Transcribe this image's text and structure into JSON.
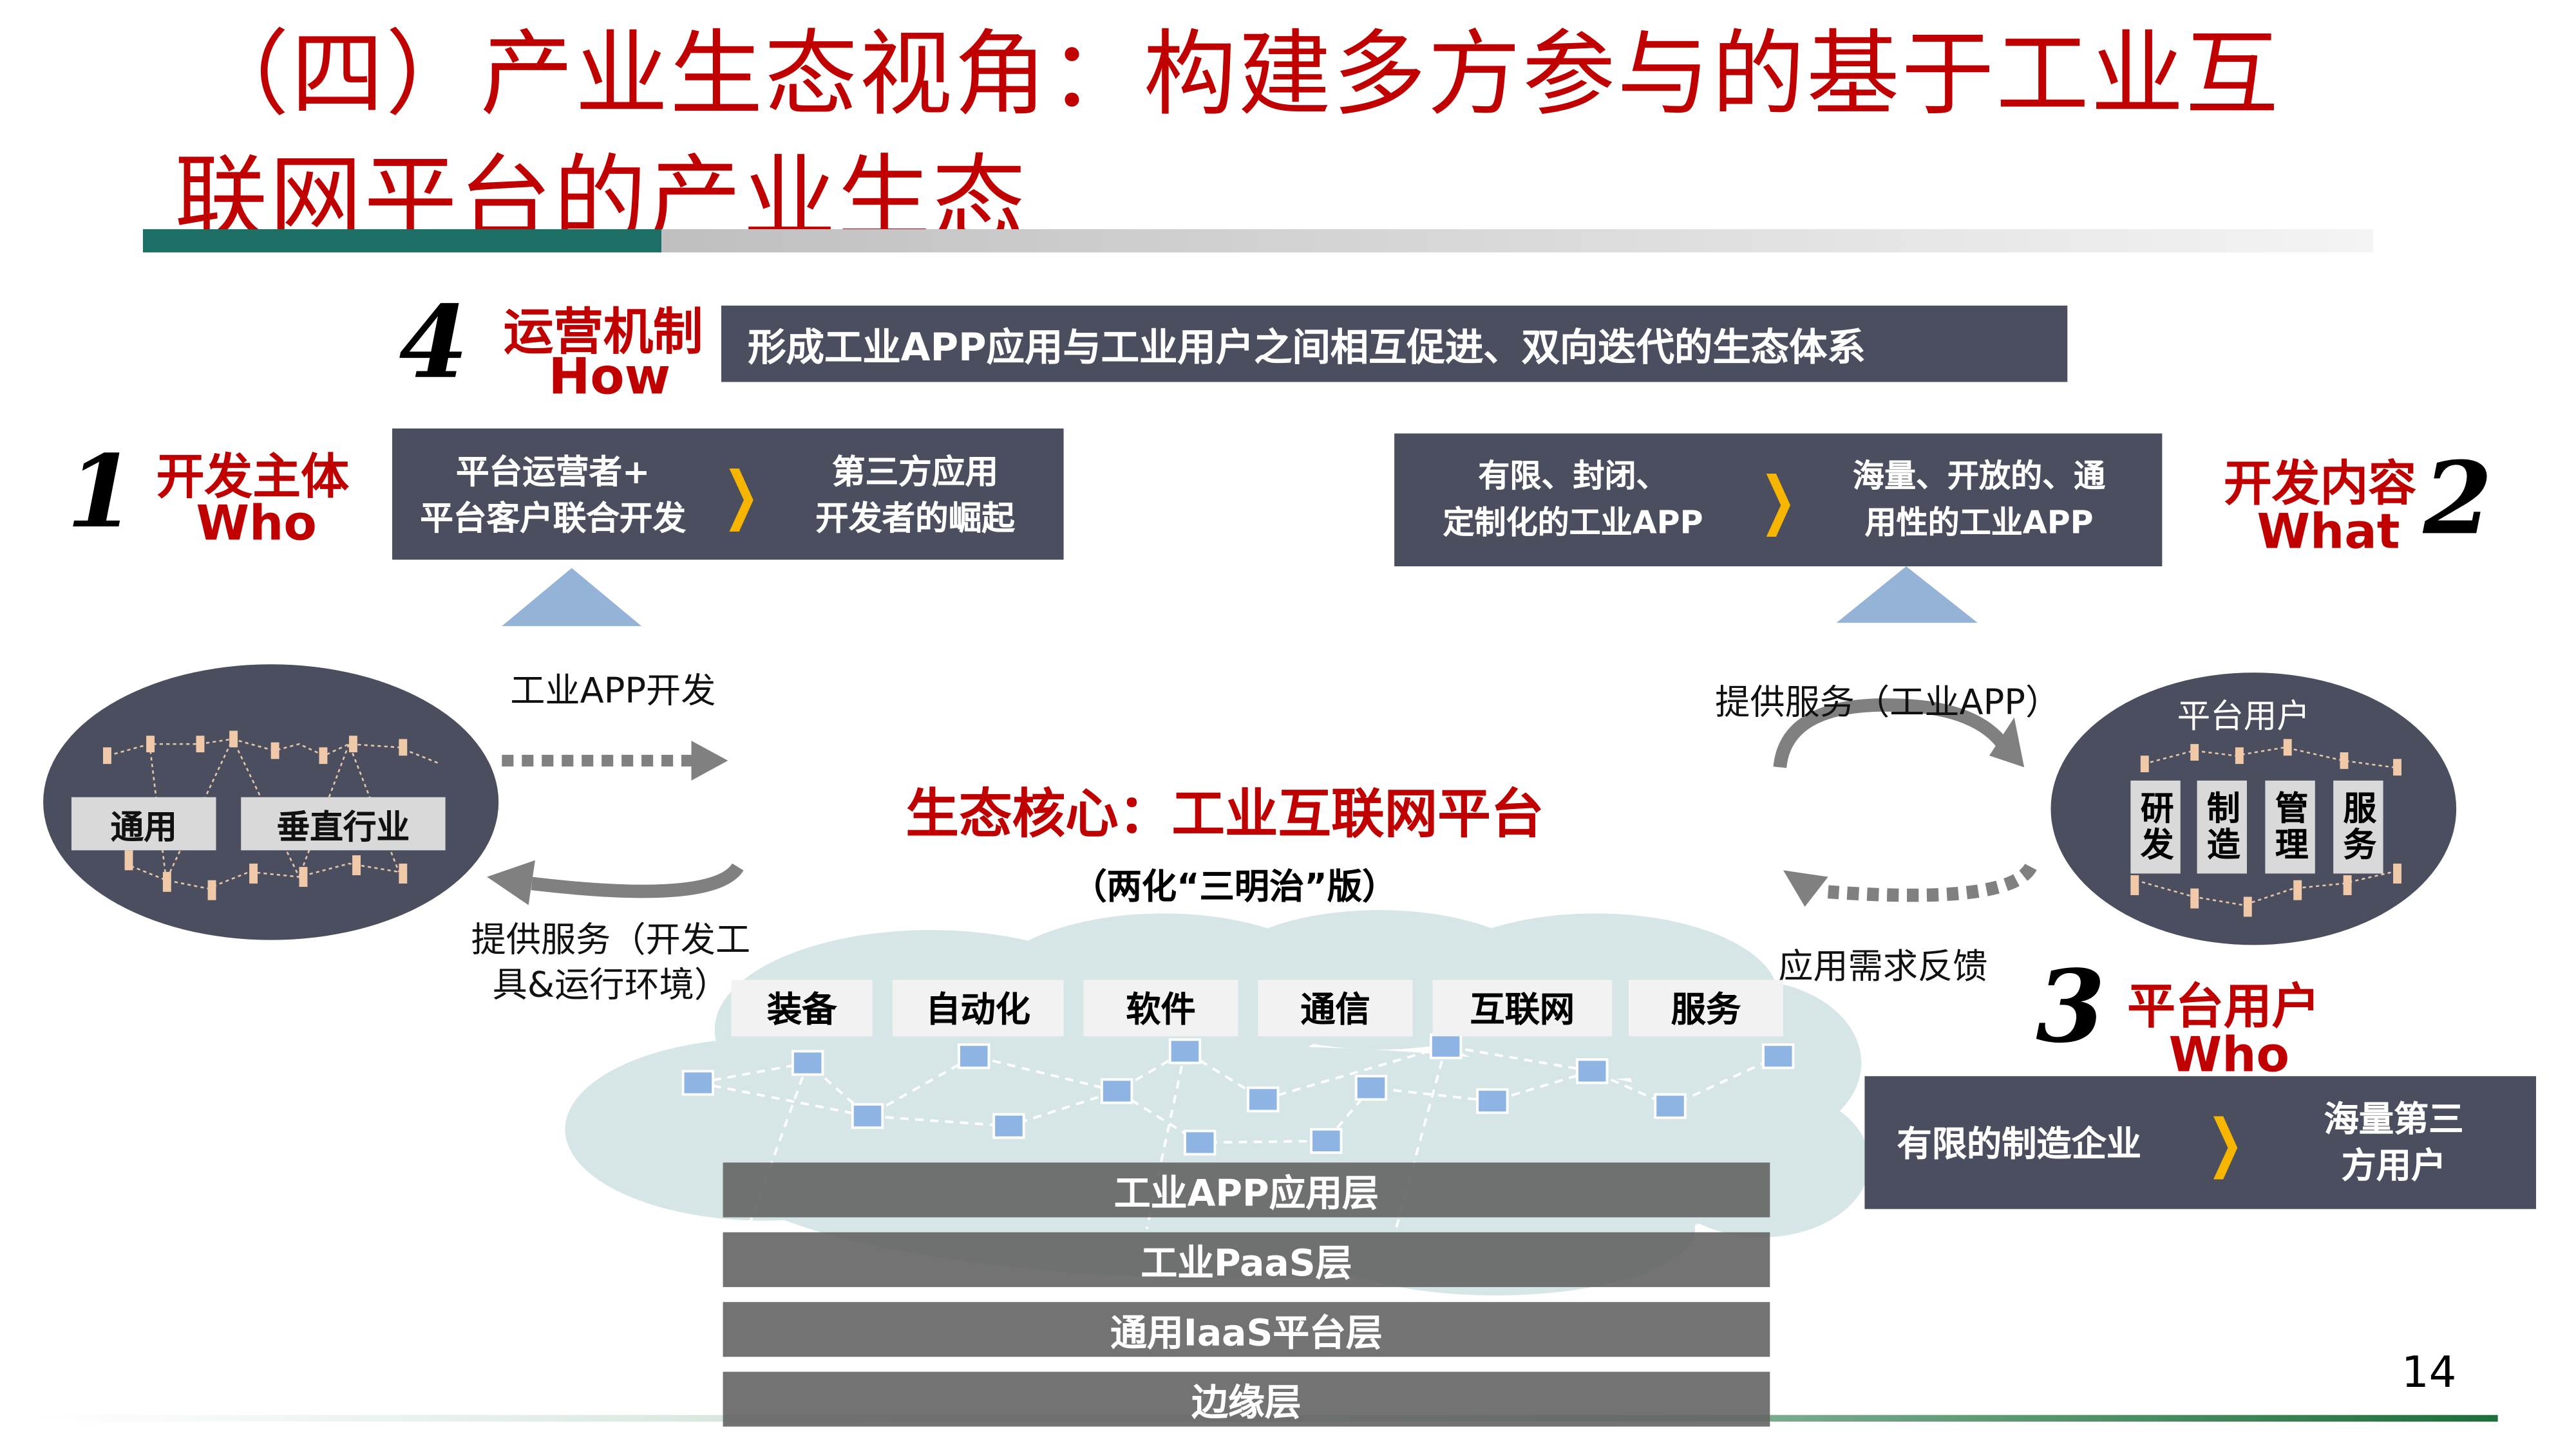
{
  "title": {
    "line1": "（四）产业生态视角：构建多方参与的基于工业互",
    "line2": "联网平台的产业生态"
  },
  "sec4": {
    "num": "4",
    "cn": "运营机制",
    "en": "How",
    "box": "形成工业APP应用与工业用户之间相互促进、双向迭代的生态体系"
  },
  "sec1": {
    "num": "1",
    "cn": "开发主体",
    "en": "Who",
    "from": [
      "平台运营者+",
      "平台客户联合开发"
    ],
    "to": [
      "第三方应用",
      "开发者的崛起"
    ]
  },
  "sec2": {
    "num": "2",
    "cn": "开发内容",
    "en": "What",
    "from": [
      "有限、封闭、",
      "定制化的工业APP"
    ],
    "to": [
      "海量、开放的、通",
      "用性的工业APP"
    ]
  },
  "sec3": {
    "num": "3",
    "cn": "平台用户",
    "en": "Who",
    "from": "有限的制造企业",
    "to": [
      "海量第三",
      "方用户"
    ]
  },
  "left_circle": {
    "tags": [
      "通用",
      "垂直行业"
    ]
  },
  "right_circle": {
    "title": "平台用户",
    "tags": [
      "研发",
      "制造",
      "管理",
      "服务"
    ]
  },
  "flows": {
    "dev": "工业APP开发",
    "serve_dev": [
      "提供服务（开发工",
      "具&运行环境）"
    ],
    "serve_app": "提供服务（工业APP）",
    "feedback": "应用需求反馈"
  },
  "core": {
    "title": "生态核心：工业互联网平台",
    "subtitle": "（两化“三明治”版）",
    "categories": [
      "装备",
      "自动化",
      "软件",
      "通信",
      "互联网",
      "服务"
    ],
    "layers": [
      "工业APP应用层",
      "工业PaaS层",
      "通用IaaS平台层",
      "边缘层"
    ]
  },
  "page_number": "14",
  "colors": {
    "accent": "#c00000",
    "box": "#4b4e5f",
    "chevron": "#f7b500",
    "teal": "#1d6f66",
    "triangle": "#95b3d7"
  }
}
